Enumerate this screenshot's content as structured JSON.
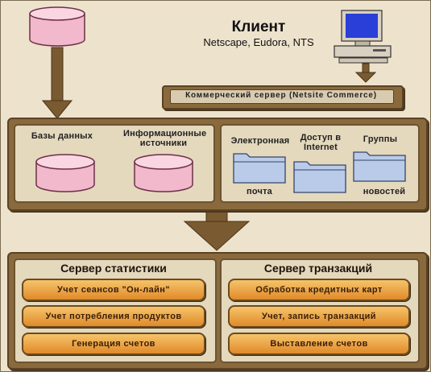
{
  "client": {
    "title": "Клиент",
    "subtitle": "Netscape, Eudora, NTS"
  },
  "commerce_server": {
    "label": "Коммерческий сервер (Netsite Commerce)"
  },
  "data_panel": {
    "databases": "Базы данных",
    "info_sources": "Информационные источники",
    "email_top": "Электронная",
    "email_bottom": "почта",
    "internet_access": "Доступ в Internet",
    "groups_top": "Группы",
    "groups_bottom": "новостей"
  },
  "stats_server": {
    "title": "Сервер статистики",
    "items": [
      "Учет сеансов \"Он-лайн\"",
      "Учет потребления продуктов",
      "Генерация счетов"
    ]
  },
  "transaction_server": {
    "title": "Сервер транзакций",
    "items": [
      "Обработка кредитных карт",
      "Учет, запись транзакций",
      "Выставление счетов"
    ]
  },
  "colors": {
    "background": "#ede2cc",
    "panel_brown": "#8a6a3c",
    "disk_pink": "#f2b8cc",
    "folder_blue": "#b9cbe8",
    "button_orange": "#e8a040"
  }
}
